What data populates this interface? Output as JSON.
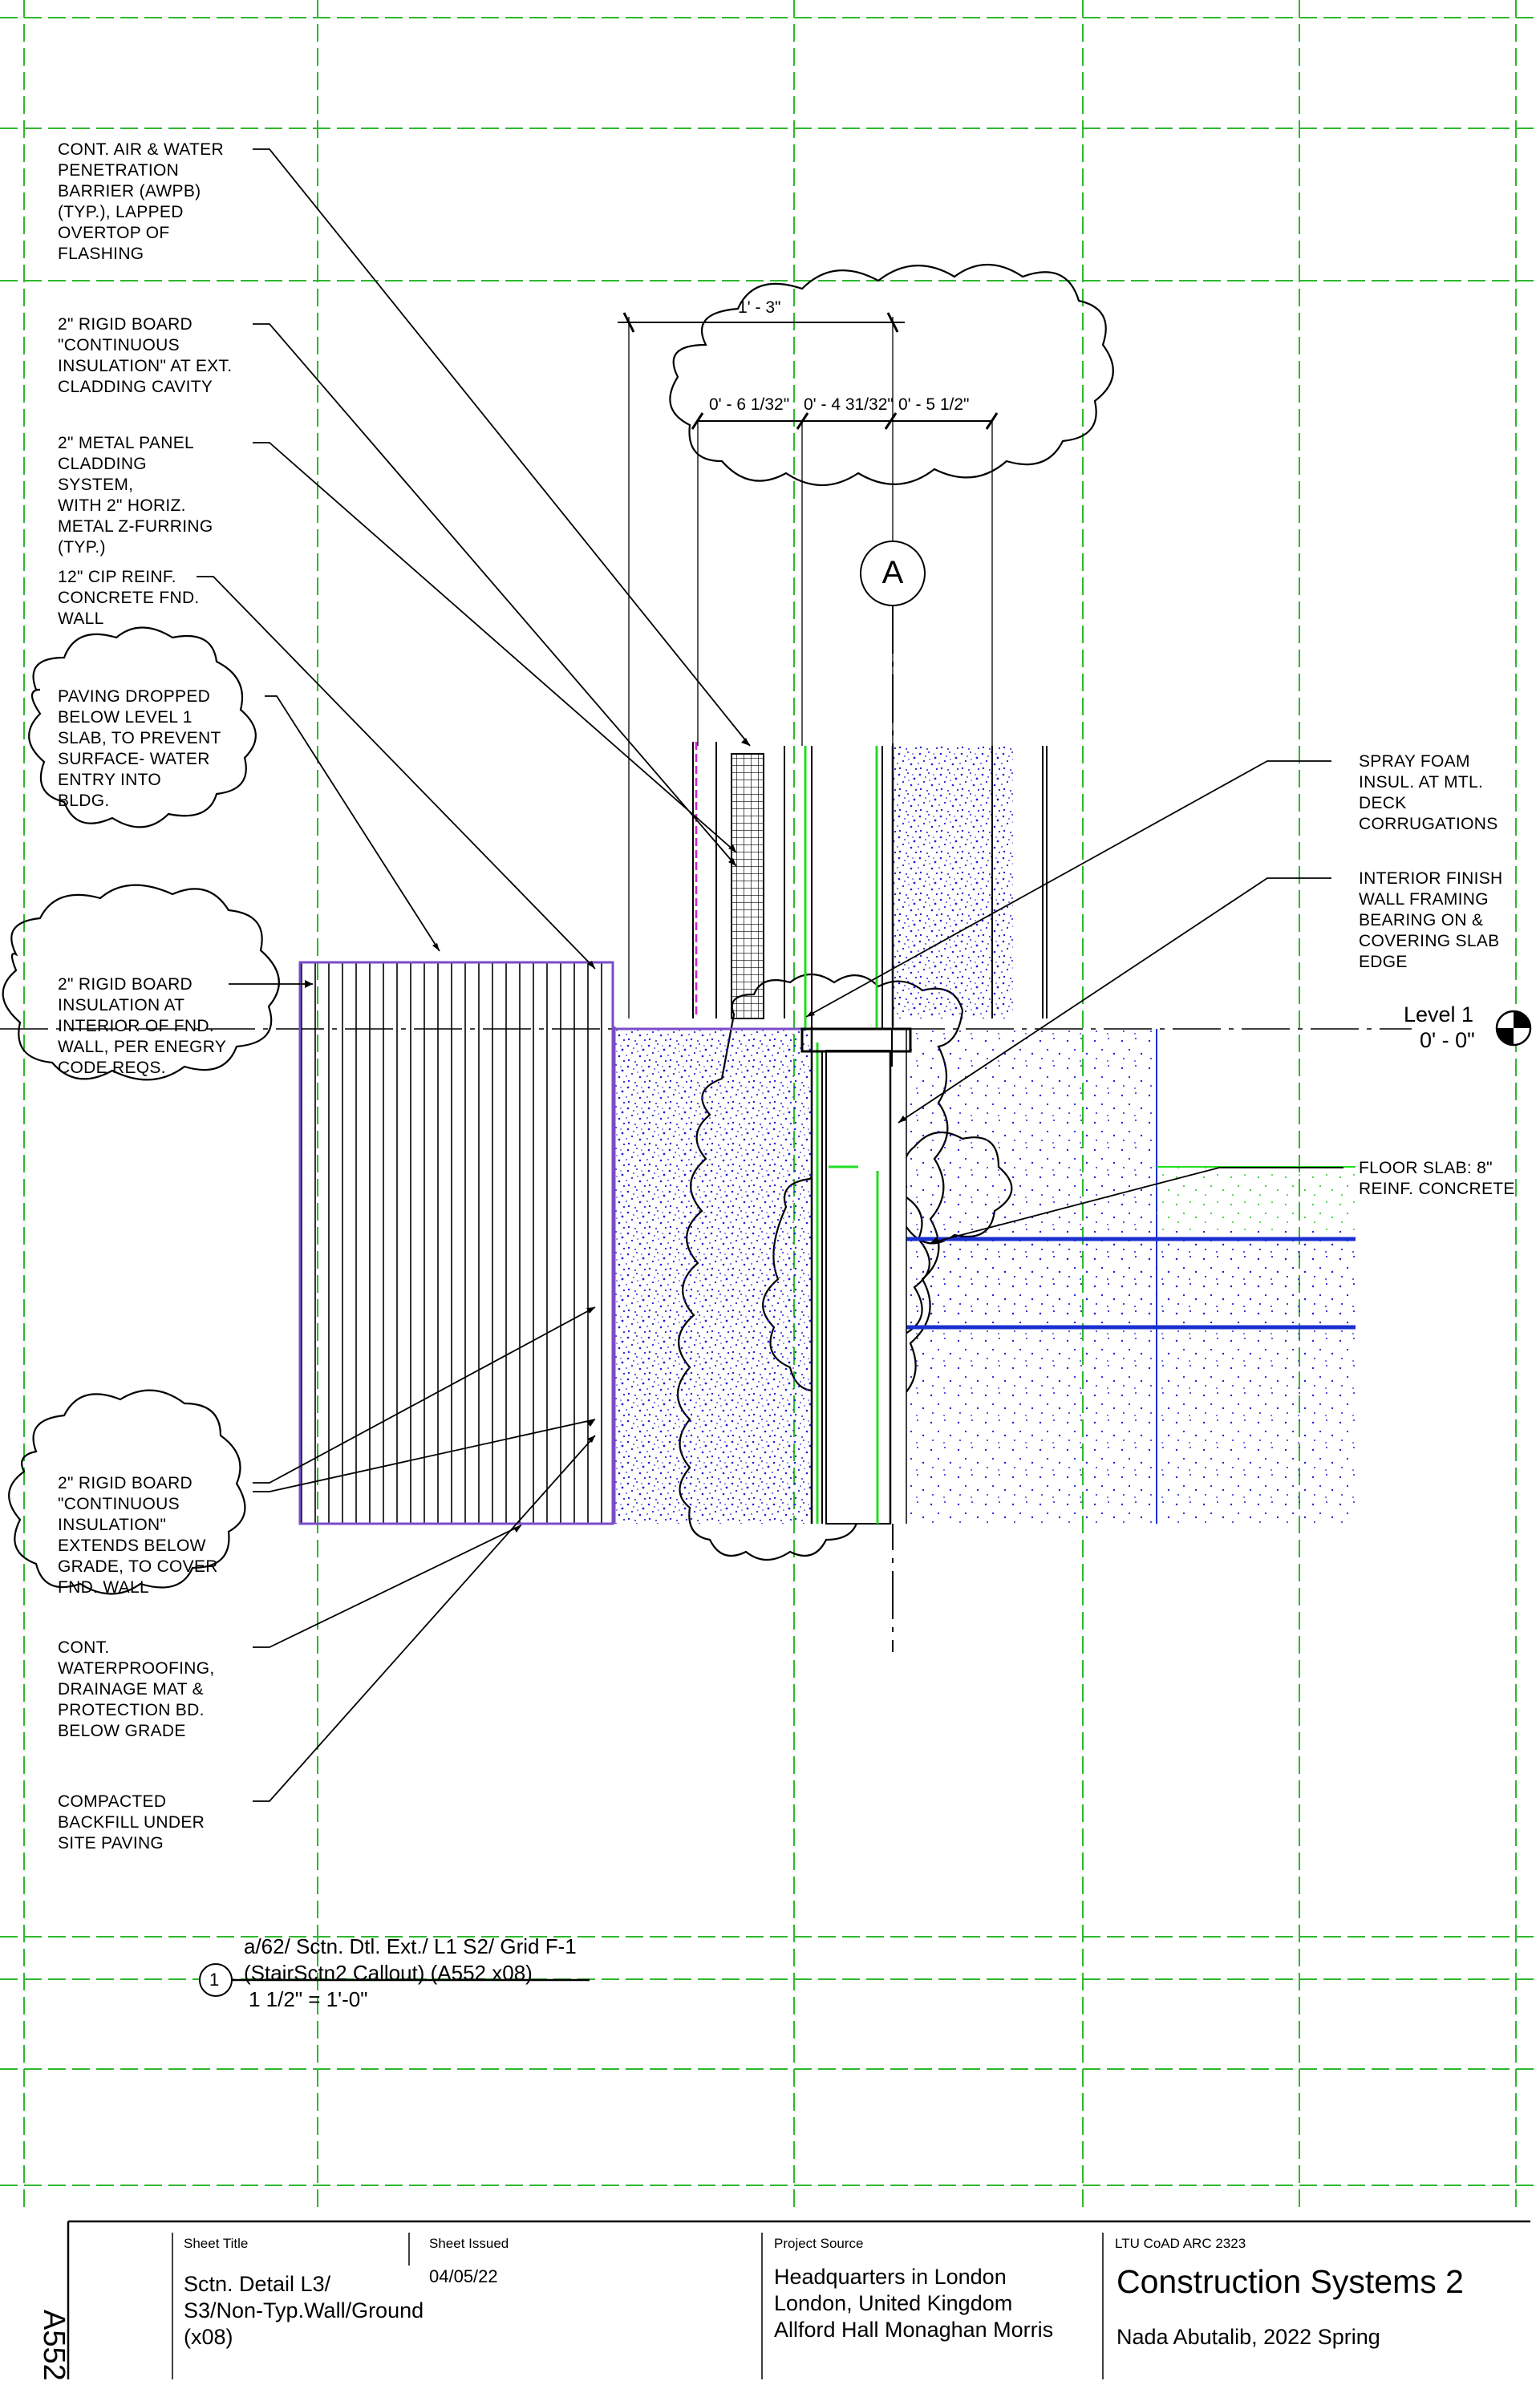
{
  "notes_left": [
    "CONT. AIR & WATER\nPENETRATION\nBARRIER (AWPB)\n(TYP.), LAPPED\nOVERTOP OF\nFLASHING",
    "2\" RIGID BOARD\n\"CONTINUOUS\nINSULATION\" AT EXT.\nCLADDING CAVITY",
    "2\" METAL PANEL\nCLADDING\nSYSTEM,\nWITH 2\" HORIZ.\nMETAL Z-FURRING\n(TYP.)",
    "12\" CIP REINF.\nCONCRETE FND.\nWALL",
    "PAVING DROPPED\nBELOW LEVEL 1\nSLAB, TO PREVENT\nSURFACE- WATER\nENTRY INTO\nBLDG.",
    "2\" RIGID BOARD\nINSULATION AT\nINTERIOR OF FND.\nWALL, PER ENEGRY\nCODE REQS.",
    "2\" RIGID BOARD\n\"CONTINUOUS\nINSULATION\"\nEXTENDS BELOW\nGRADE, TO COVER\nFND. WALL",
    "CONT.\nWATERPROOFING,\nDRAINAGE MAT &\nPROTECTION BD.\nBELOW GRADE",
    "COMPACTED\nBACKFILL UNDER\nSITE PAVING"
  ],
  "notes_right": [
    "SPRAY FOAM\nINSUL. AT MTL.\nDECK\nCORRUGATIONS",
    "INTERIOR FINISH\nWALL FRAMING\nBEARING ON &\nCOVERING SLAB\nEDGE",
    "FLOOR SLAB: 8\"\nREINF. CONCRETE"
  ],
  "dimensions": {
    "overall": "1' - 3\"",
    "seg1": "0' - 6 1/32\"",
    "seg2": "0' - 4 31/32\"",
    "seg3": "0' - 5 1/2\""
  },
  "grid_bubble": "A",
  "level": {
    "name": "Level 1",
    "elevation": "0' - 0\""
  },
  "view_title": {
    "number": "1",
    "line1": "a/62/ Sctn. Dtl. Ext./ L1 S2/ Grid F-1",
    "line2": "(StairSctn2 Callout) (A552 x08)",
    "scale": "1 1/2\" = 1'-0\""
  },
  "title_block": {
    "sheet_number": "A552",
    "sheet_title_label": "Sheet Title",
    "sheet_title": "Sctn. Detail L3/\nS3/Non-Typ.Wall/Ground\n(x08)",
    "sheet_issued_label": "Sheet Issued",
    "sheet_issued": "04/05/22",
    "project_source_label": "Project Source",
    "project_source": "Headquarters in London\nLondon, United Kingdom\nAllford Hall Monaghan Morris",
    "course_label": "LTU CoAD ARC 2323",
    "course_title": "Construction Systems 2",
    "author": "Nada Abutalib, 2022 Spring"
  },
  "colors": {
    "grid": "#2eb82e",
    "stipple": "#1f1fd6",
    "blue_line": "#1a2fd0",
    "magenta": "#d61fd6",
    "purple": "#6a3cc8",
    "green": "#22dd22"
  }
}
